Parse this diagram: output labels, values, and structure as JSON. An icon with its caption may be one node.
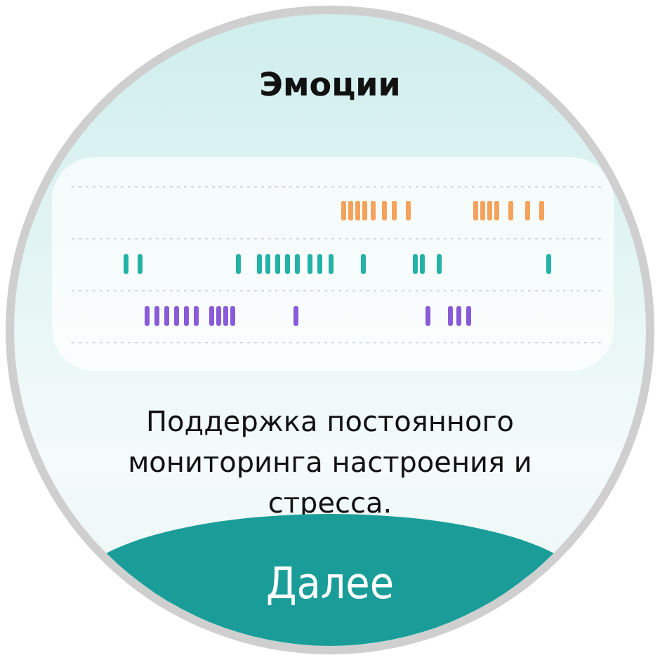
{
  "diagram": {
    "title": "Эмоции",
    "nodes": [
      {
        "text": [
          "Далее"
        ]
      }
    ],
    "edges": [],
    "labels": [
      "Поддержка постоянного мониторинга настроения и стресса."
    ]
  }
}
